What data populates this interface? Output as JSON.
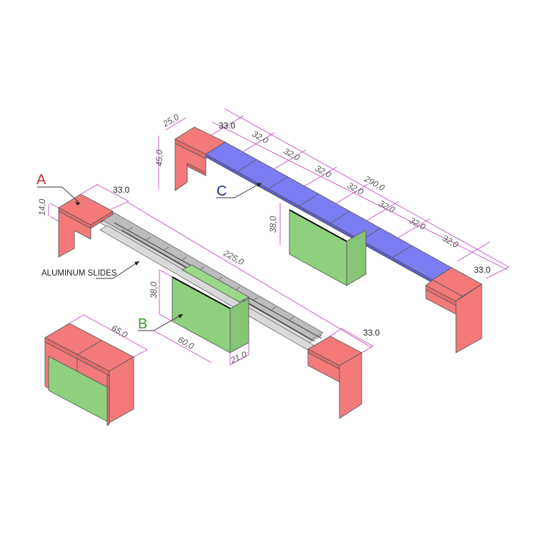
{
  "diagram": {
    "type": "isometric-furniture-assembly",
    "colors": {
      "end_panel": "#f47a7a",
      "end_panel_dark": "#e66868",
      "extension_leaf": "#7c7cf2",
      "leaf_box": "#8fd07f",
      "dimension_line": "#c154c1",
      "label_A": "#c0322b",
      "label_B": "#3a9a2e",
      "label_C": "#232a8c"
    },
    "labels": {
      "A": "A",
      "B": "B",
      "C": "C",
      "aluminum_slides": "ALUMINUM SLIDES"
    },
    "extended_table": {
      "depth": "25,0",
      "height": "45,0",
      "end_left_width": "33.0",
      "leaves": [
        "32,0",
        "32,0",
        "32,0",
        "32,0",
        "32,0",
        "32,0",
        "32,0"
      ],
      "end_right_width": "33.0",
      "total_length": "290,0",
      "leaf_box_height": "38,0"
    },
    "open_frame": {
      "end_height": "14,0",
      "end_left_width": "33.0",
      "slide_length": "225,0",
      "end_right_width": "33.0"
    },
    "leaf_box": {
      "height": "38,0",
      "length": "60,0",
      "depth": "21,0"
    },
    "closed_console": {
      "length": "65,0"
    }
  }
}
